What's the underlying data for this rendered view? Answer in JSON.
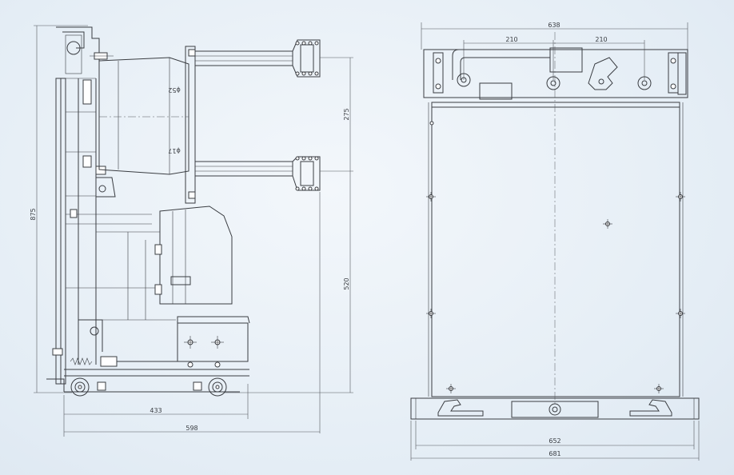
{
  "side_view": {
    "dims": {
      "height": "875",
      "contact_spacing": "275",
      "lower_height": "520",
      "depth_inner": "433",
      "depth_total": "598"
    },
    "labels": {
      "upper_phase": "ϕ52",
      "lower_phase": "ϕ17"
    }
  },
  "front_view": {
    "dims": {
      "width_top": "638",
      "pole_spacing_left": "210",
      "pole_spacing_right": "210",
      "base_inner": "652",
      "base_outer": "681"
    }
  }
}
